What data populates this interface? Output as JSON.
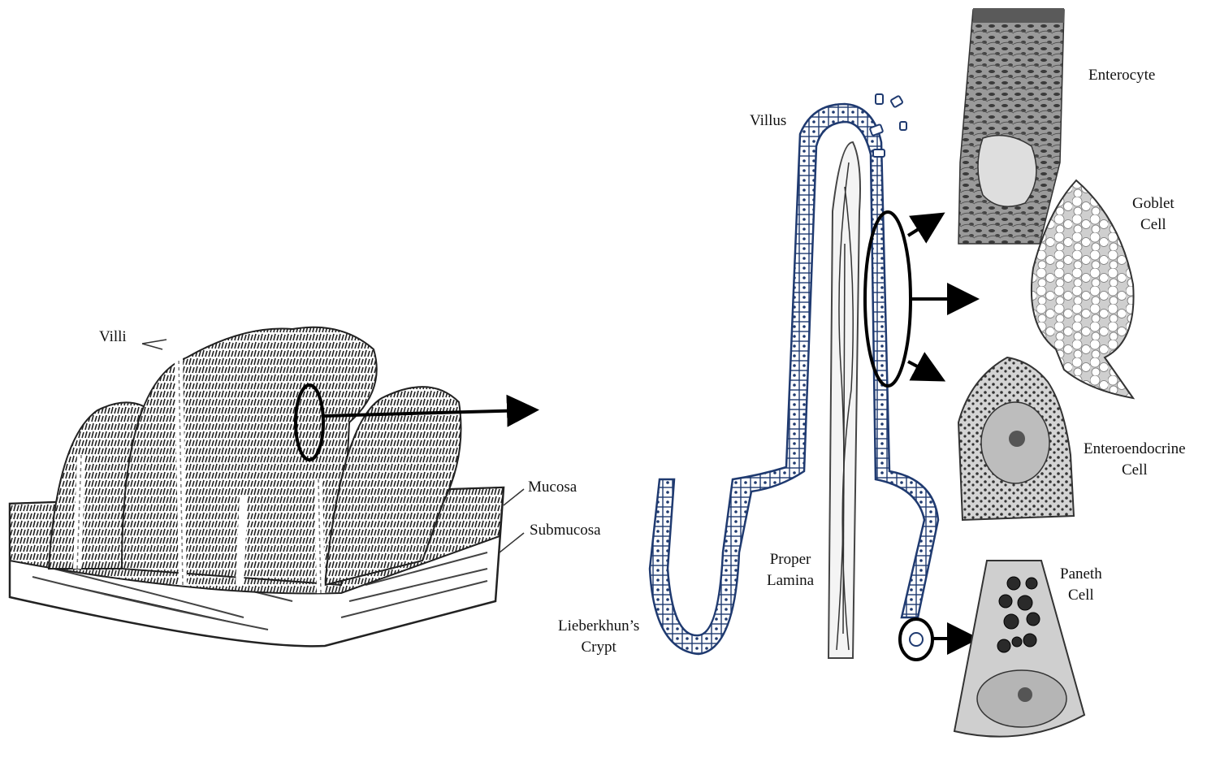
{
  "labels": {
    "villi": "Villi",
    "mucosa": "Mucosa",
    "submucosa": "Submucosa",
    "villus": "Villus",
    "proper_lamina": [
      "Proper",
      "Lamina"
    ],
    "lieberkuhn_crypt": [
      "Lieberkhun’s",
      "Crypt"
    ],
    "enterocyte": "Enterocyte",
    "goblet_cell": [
      "Goblet",
      "Cell"
    ],
    "enteroendocrine_cell": [
      "Enteroendocrine",
      "Cell"
    ],
    "paneth_cell": [
      "Paneth",
      "Cell"
    ]
  },
  "colors": {
    "ink": "#111111",
    "epithelium_blue": "#1f3a70",
    "tissue_gray": "#5a5a5a",
    "micrograph_light": "#d9d9d9",
    "micrograph_dark": "#3a3a3a"
  }
}
